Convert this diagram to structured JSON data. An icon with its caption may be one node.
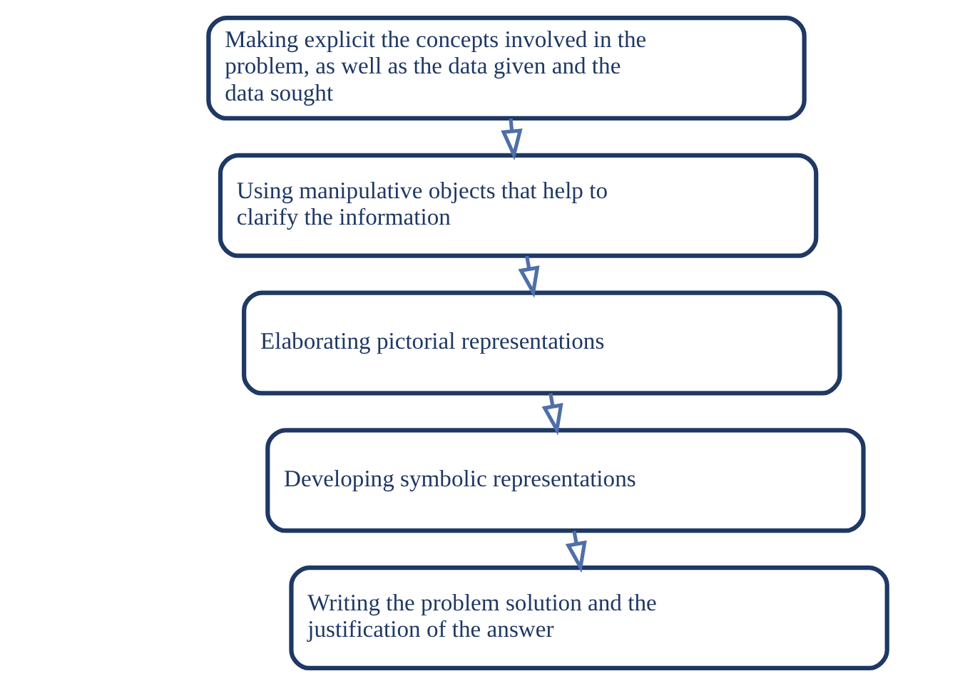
{
  "diagram": {
    "nodes": [
      {
        "text": [
          "Making explicit the concepts involved in the problem, as well as the data given and the data sought"
        ]
      },
      {
        "text": [
          "Using manipulative objects that help to clarify the information"
        ]
      },
      {
        "text": [
          "Elaborating pictorial representations"
        ]
      },
      {
        "text": [
          "Developing symbolic representations"
        ]
      },
      {
        "text": [
          "Writing the problem solution and the justification of the answer"
        ]
      }
    ],
    "edges": [
      {
        "from": 0,
        "to": 1,
        "arrow": "to"
      },
      {
        "from": 1,
        "to": 2,
        "arrow": "to"
      },
      {
        "from": 2,
        "to": 3,
        "arrow": "to"
      },
      {
        "from": 3,
        "to": 4,
        "arrow": "to"
      }
    ]
  }
}
